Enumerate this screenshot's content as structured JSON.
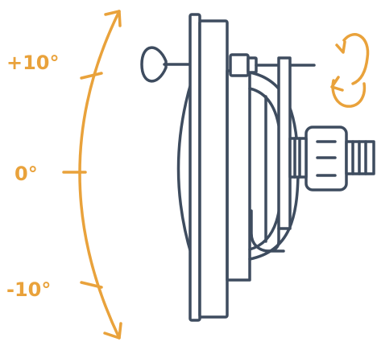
{
  "labels": {
    "plus": "+10°",
    "zero": "0°",
    "minus": "-10°"
  },
  "colors": {
    "accent": "#e9a23b",
    "line": "#3e4c5f"
  },
  "icons": {
    "tilt": "tilt-arc-arrow-icon",
    "rotate": "rotation-arrows-icon"
  }
}
